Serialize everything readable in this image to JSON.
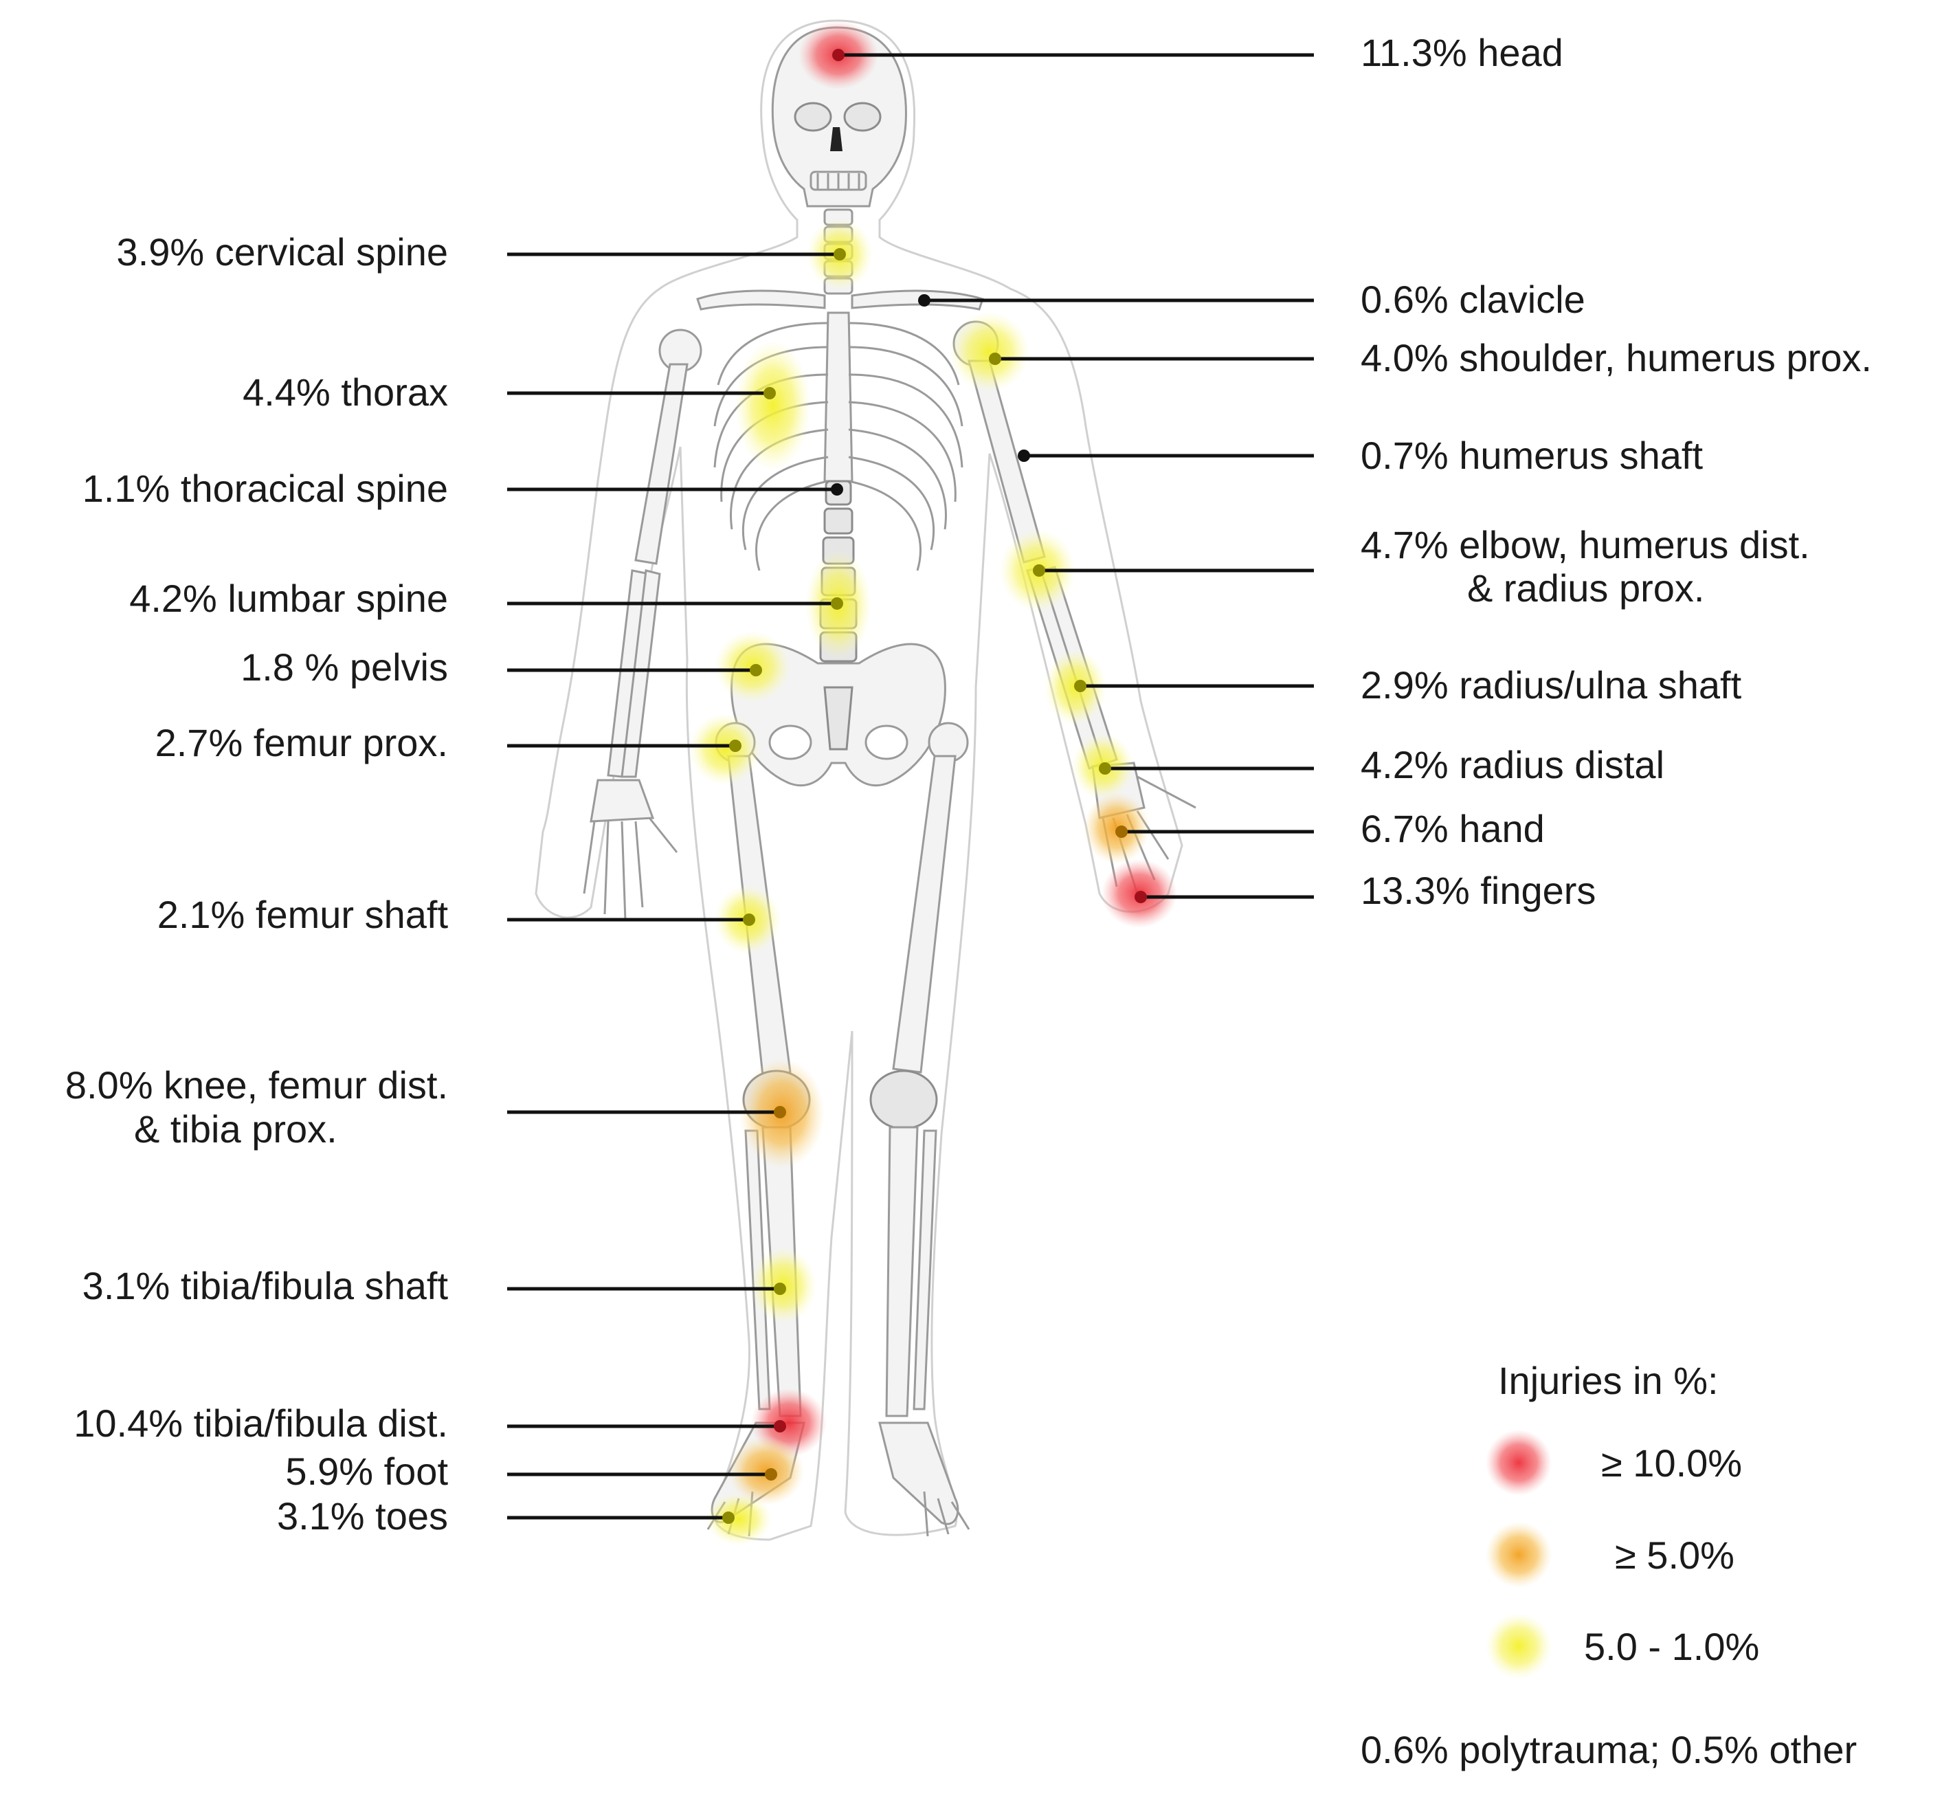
{
  "legend": {
    "title": "Injuries in %:",
    "items": [
      {
        "label": "≥ 10.0%",
        "color": "#ee2f3a"
      },
      {
        "label": "≥ 5.0%",
        "color": "#f3a020"
      },
      {
        "label": "5.0 - 1.0%",
        "color": "#f4f02a"
      }
    ]
  },
  "footer_note": "0.6% polytrauma; 0.5% other",
  "injuries": [
    {
      "id": "head",
      "value": 11.3,
      "lines": [
        "11.3% head"
      ],
      "level": "red"
    },
    {
      "id": "cervical-spine",
      "value": 3.9,
      "lines": [
        "3.9% cervical spine"
      ],
      "level": "yellow"
    },
    {
      "id": "clavicle",
      "value": 0.6,
      "lines": [
        "0.6% clavicle"
      ],
      "level": "none"
    },
    {
      "id": "shoulder",
      "value": 4.0,
      "lines": [
        "4.0% shoulder, humerus prox."
      ],
      "level": "yellow"
    },
    {
      "id": "thorax",
      "value": 4.4,
      "lines": [
        "4.4% thorax"
      ],
      "level": "yellow"
    },
    {
      "id": "humerus-shaft",
      "value": 0.7,
      "lines": [
        "0.7% humerus shaft"
      ],
      "level": "none"
    },
    {
      "id": "thoracical-spine",
      "value": 1.1,
      "lines": [
        "1.1% thoracical spine"
      ],
      "level": "none"
    },
    {
      "id": "elbow",
      "value": 4.7,
      "lines": [
        "4.7% elbow, humerus dist.",
        "& radius prox."
      ],
      "level": "yellow"
    },
    {
      "id": "lumbar-spine",
      "value": 4.2,
      "lines": [
        "4.2% lumbar spine"
      ],
      "level": "yellow"
    },
    {
      "id": "pelvis",
      "value": 1.8,
      "lines": [
        "1.8 % pelvis"
      ],
      "level": "yellow"
    },
    {
      "id": "radius-ulna-shaft",
      "value": 2.9,
      "lines": [
        "2.9% radius/ulna shaft"
      ],
      "level": "yellow"
    },
    {
      "id": "femur-prox",
      "value": 2.7,
      "lines": [
        "2.7% femur prox."
      ],
      "level": "yellow"
    },
    {
      "id": "radius-distal",
      "value": 4.2,
      "lines": [
        "4.2% radius distal"
      ],
      "level": "yellow"
    },
    {
      "id": "hand",
      "value": 6.7,
      "lines": [
        "6.7% hand"
      ],
      "level": "orange"
    },
    {
      "id": "fingers",
      "value": 13.3,
      "lines": [
        "13.3% fingers"
      ],
      "level": "red"
    },
    {
      "id": "femur-shaft",
      "value": 2.1,
      "lines": [
        "2.1% femur shaft"
      ],
      "level": "yellow"
    },
    {
      "id": "knee",
      "value": 8.0,
      "lines": [
        "8.0% knee, femur dist.",
        "& tibia prox."
      ],
      "level": "orange"
    },
    {
      "id": "tibia-fibula-shaft",
      "value": 3.1,
      "lines": [
        "3.1% tibia/fibula shaft"
      ],
      "level": "yellow"
    },
    {
      "id": "tibia-fibula-dist",
      "value": 10.4,
      "lines": [
        "10.4% tibia/fibula dist."
      ],
      "level": "red"
    },
    {
      "id": "foot",
      "value": 5.9,
      "lines": [
        "5.9% foot"
      ],
      "level": "orange"
    },
    {
      "id": "toes",
      "value": 3.1,
      "lines": [
        "3.1% toes"
      ],
      "level": "yellow"
    }
  ]
}
